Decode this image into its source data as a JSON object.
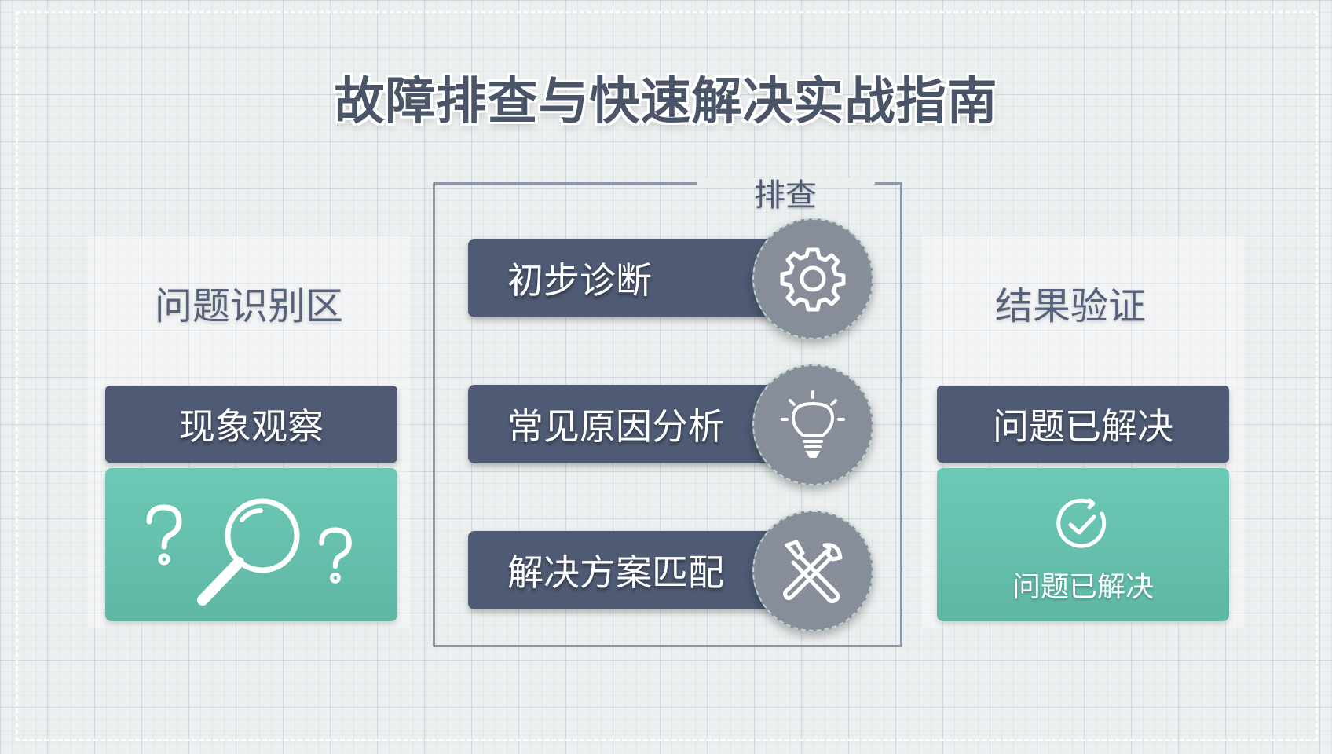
{
  "title": "故障排查与快速解决实战指南",
  "left": {
    "heading": "问题识别区",
    "bar_label": "现象观察",
    "icons": [
      "question-mark-icon",
      "magnifier-icon",
      "question-mark-icon"
    ]
  },
  "center": {
    "heading": "排查",
    "steps": [
      {
        "label": "初步诊断",
        "icon": "gear-icon"
      },
      {
        "label": "常见原因分析",
        "icon": "lightbulb-icon"
      },
      {
        "label": "解决方案匹配",
        "icon": "tools-icon"
      }
    ]
  },
  "right": {
    "heading": "结果验证",
    "bar_label": "问题已解决",
    "box_label": "问题已解决",
    "icon": "check-circle-icon"
  },
  "colors": {
    "dark_bar": "#4f5b74",
    "teal": "#65bfac",
    "circle": "#878e9a",
    "title": "#4a5568"
  }
}
